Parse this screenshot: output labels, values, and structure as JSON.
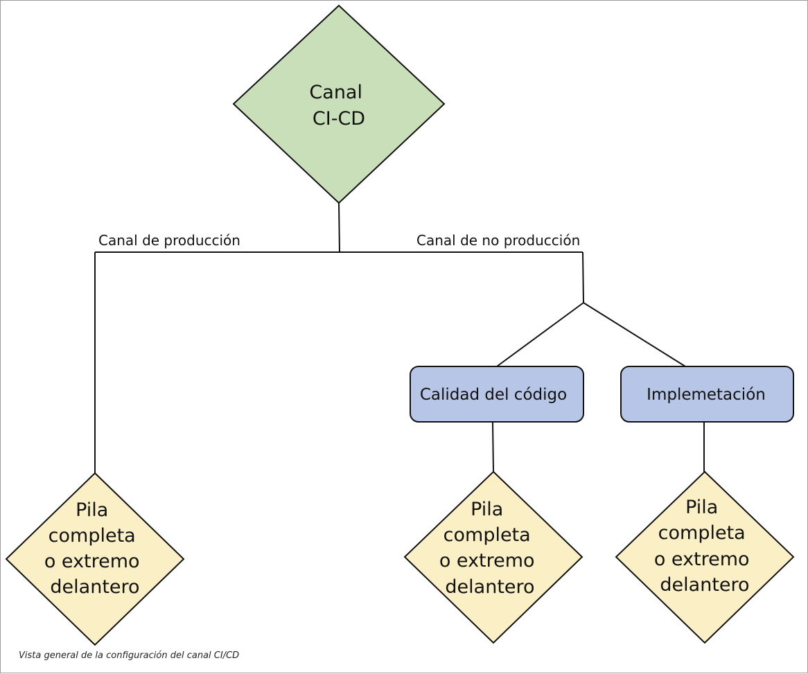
{
  "nodes": {
    "root": {
      "lines": [
        "Canal",
        "CI-CD"
      ],
      "color": "#c9dfba"
    },
    "prod_stack": {
      "lines": [
        "Pila",
        "completa",
        "o extremo",
        "delantero"
      ],
      "color": "#fbefc6"
    },
    "code_quality": {
      "label": "Calidad del código",
      "color": "#b7c6e6"
    },
    "deployment": {
      "label": "Implemetación",
      "color": "#b7c6e6"
    },
    "quality_stack": {
      "lines": [
        "Pila",
        "completa",
        "o extremo",
        "delantero"
      ],
      "color": "#fbefc6"
    },
    "deploy_stack": {
      "lines": [
        "Pila",
        "completa",
        "o extremo",
        "delantero"
      ],
      "color": "#fbefc6"
    }
  },
  "edges": {
    "production_label": "Canal de producción",
    "non_production_label": "Canal de no producción"
  },
  "caption": "Vista general de la configuración del canal CI/CD"
}
